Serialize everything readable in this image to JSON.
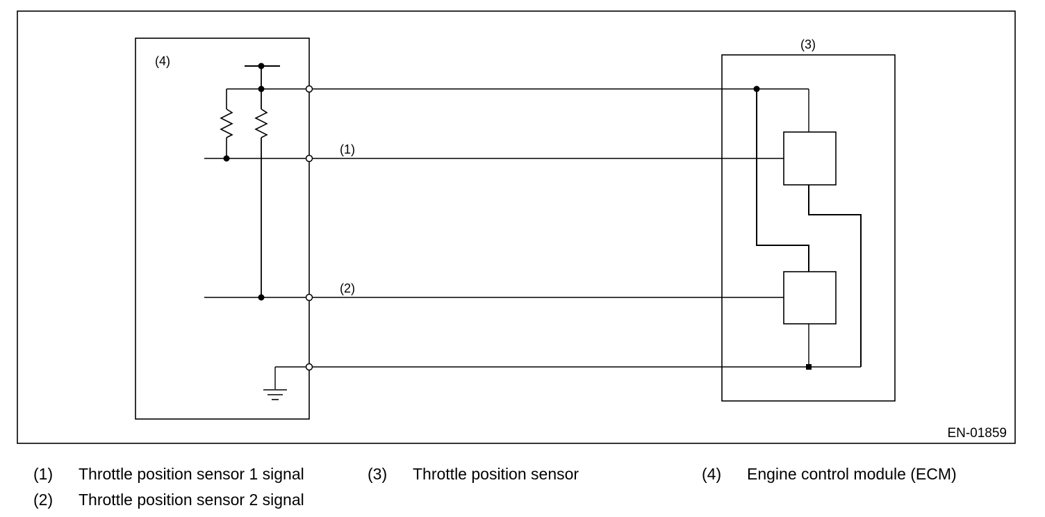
{
  "diagram": {
    "figure_code": "EN-01859",
    "labels": {
      "ecm": "(4)",
      "sensor": "(3)",
      "signal1": "(1)",
      "signal2": "(2)"
    }
  },
  "legend": {
    "items": [
      {
        "num": "(1)",
        "text": "Throttle position sensor 1 signal"
      },
      {
        "num": "(2)",
        "text": "Throttle position sensor 2 signal"
      },
      {
        "num": "(3)",
        "text": "Throttle position sensor"
      },
      {
        "num": "(4)",
        "text": "Engine control module (ECM)"
      }
    ]
  }
}
